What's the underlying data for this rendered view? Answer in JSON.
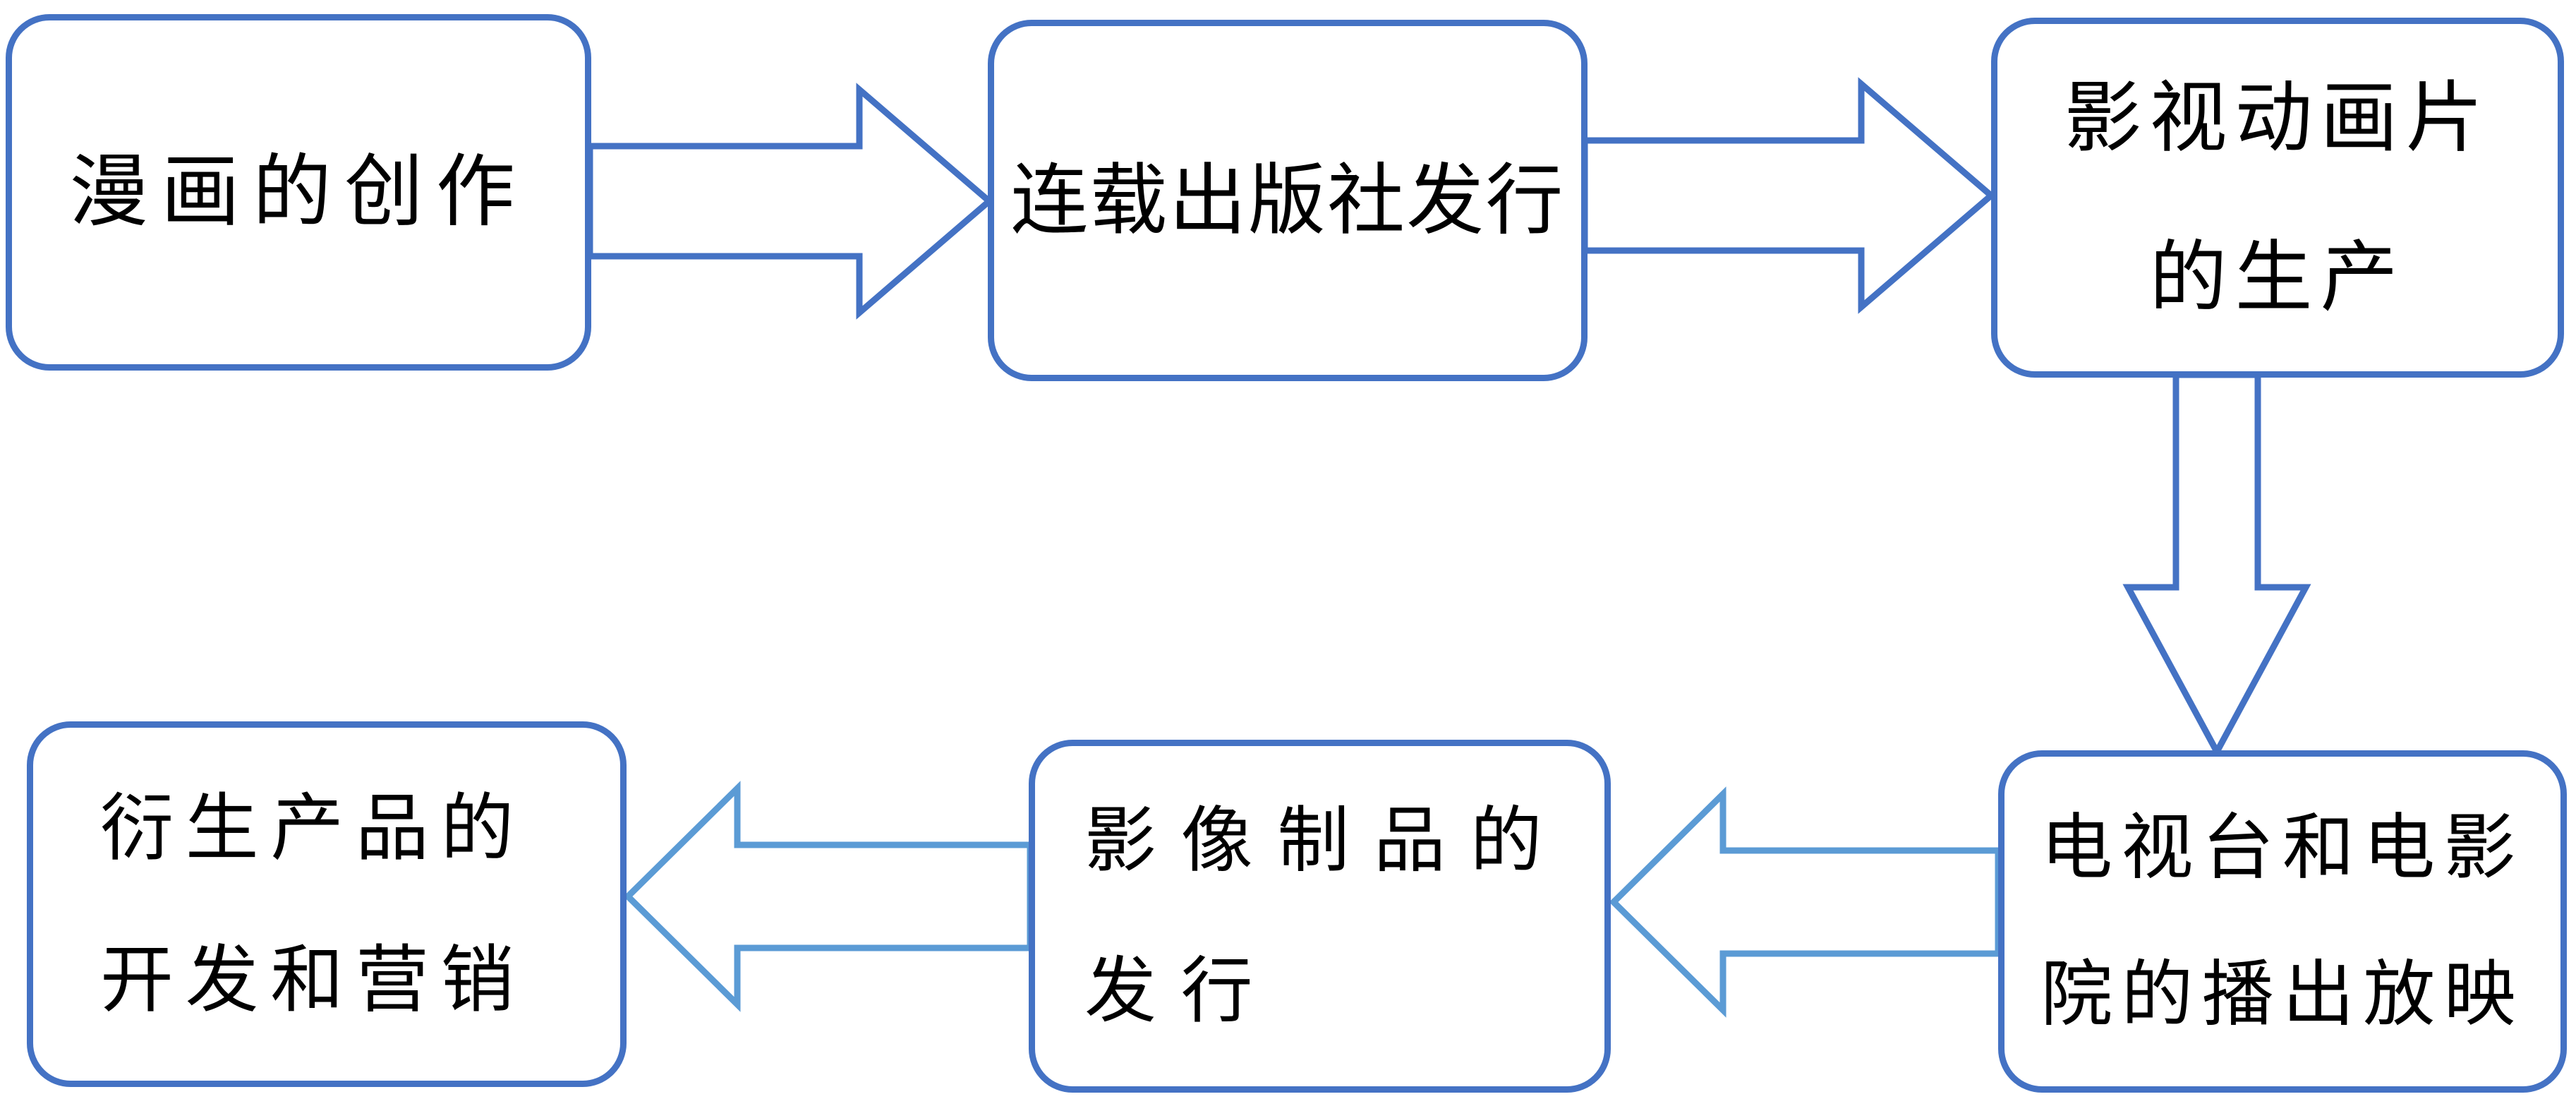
{
  "diagram": {
    "description": "Anime industry chain flowchart",
    "colors": {
      "box_border": "#4472C4",
      "arrow_primary": "#4472C4",
      "arrow_secondary": "#5B9BD5",
      "arrow_fill": "#ffffff",
      "text": "#000000",
      "background": "#ffffff"
    },
    "nodes": [
      {
        "id": "comic-creation",
        "lines": [
          "漫画的创作"
        ]
      },
      {
        "id": "serial-publisher-release",
        "lines": [
          "连载出版社发行"
        ]
      },
      {
        "id": "animation-production",
        "lines": [
          "影视动画片",
          "的生产"
        ]
      },
      {
        "id": "tv-cinema-broadcast",
        "lines": [
          "电视台和电影",
          "院的播出放映"
        ]
      },
      {
        "id": "video-product-distribution",
        "lines": [
          "影像制品的",
          "发行"
        ]
      },
      {
        "id": "derivative-dev-marketing",
        "lines": [
          "衍生产品的",
          "开发和营销"
        ]
      }
    ],
    "arrows": [
      {
        "id": "comic-to-publisher",
        "from": "comic-creation",
        "to": "serial-publisher-release",
        "direction": "right",
        "color_role": "arrow_primary"
      },
      {
        "id": "publisher-to-animation",
        "from": "serial-publisher-release",
        "to": "animation-production",
        "direction": "right",
        "color_role": "arrow_primary"
      },
      {
        "id": "animation-to-broadcast",
        "from": "animation-production",
        "to": "tv-cinema-broadcast",
        "direction": "down",
        "color_role": "arrow_primary"
      },
      {
        "id": "broadcast-to-video",
        "from": "tv-cinema-broadcast",
        "to": "video-product-distribution",
        "direction": "left",
        "color_role": "arrow_secondary"
      },
      {
        "id": "video-to-derivative",
        "from": "video-product-distribution",
        "to": "derivative-dev-marketing",
        "direction": "left",
        "color_role": "arrow_secondary"
      }
    ]
  }
}
